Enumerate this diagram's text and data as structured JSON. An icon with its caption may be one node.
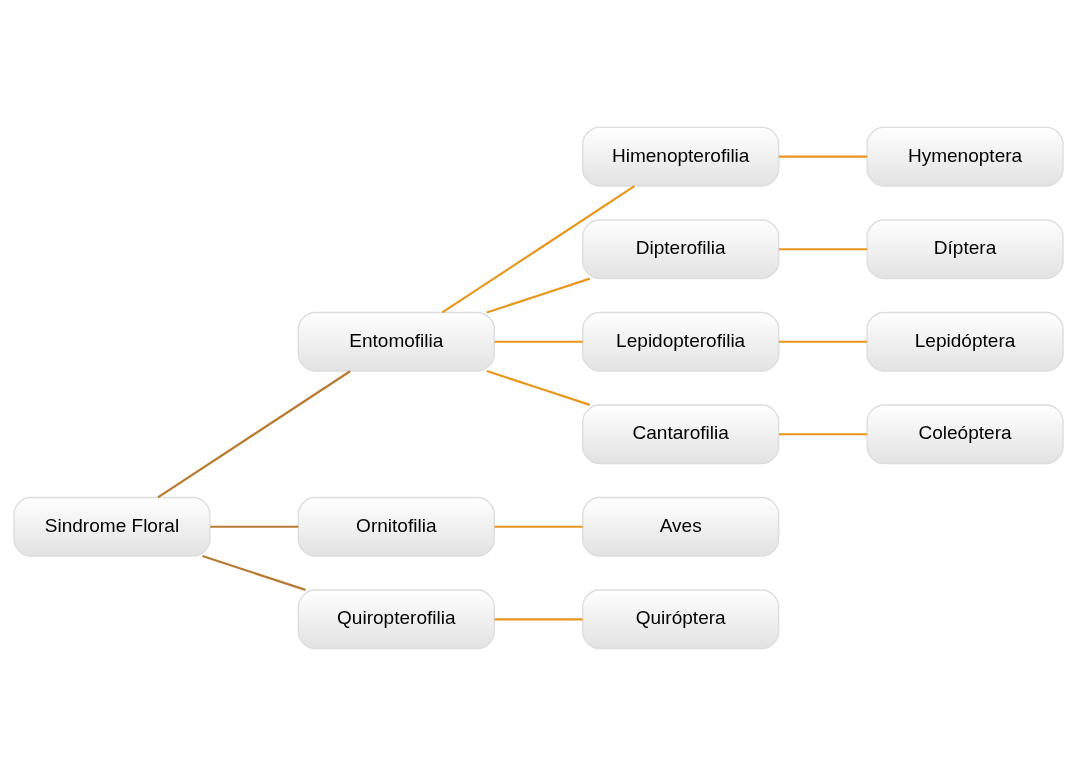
{
  "diagram": {
    "nodes": [
      {
        "text": [
          "Sindrome Floral"
        ]
      },
      {
        "text": [
          "Entomofilia"
        ]
      },
      {
        "text": [
          "Himenopterofilia"
        ]
      },
      {
        "text": [
          "Hymenoptera"
        ]
      },
      {
        "text": [
          "Dipterofilia"
        ]
      },
      {
        "text": [
          "Díptera"
        ]
      },
      {
        "text": [
          "Lepidopterofilia"
        ]
      },
      {
        "text": [
          "Lepidóptera"
        ]
      },
      {
        "text": [
          "Cantarofilia"
        ]
      },
      {
        "text": [
          "Coleóptera"
        ]
      },
      {
        "text": [
          "Ornitofilia"
        ]
      },
      {
        "text": [
          "Aves"
        ]
      },
      {
        "text": [
          "Quiropterofilia"
        ]
      },
      {
        "text": [
          "Quiróptera"
        ]
      }
    ],
    "edges": [
      {
        "from": 0,
        "to": 1,
        "arrow": "none",
        "color": "#b87a30"
      },
      {
        "from": 1,
        "to": 2,
        "arrow": "none"
      },
      {
        "from": 2,
        "to": 3,
        "arrow": "none"
      },
      {
        "from": 1,
        "to": 4,
        "arrow": "none"
      },
      {
        "from": 4,
        "to": 5,
        "arrow": "none"
      },
      {
        "from": 1,
        "to": 6,
        "arrow": "none"
      },
      {
        "from": 6,
        "to": 7,
        "arrow": "none"
      },
      {
        "from": 1,
        "to": 8,
        "arrow": "none"
      },
      {
        "from": 8,
        "to": 9,
        "arrow": "none"
      },
      {
        "from": 0,
        "to": 10,
        "arrow": "none",
        "color": "#b87a30"
      },
      {
        "from": 10,
        "to": 11,
        "arrow": "none"
      },
      {
        "from": 0,
        "to": 12,
        "arrow": "none",
        "color": "#b87a30"
      },
      {
        "from": 12,
        "to": 13,
        "arrow": "none"
      }
    ]
  }
}
